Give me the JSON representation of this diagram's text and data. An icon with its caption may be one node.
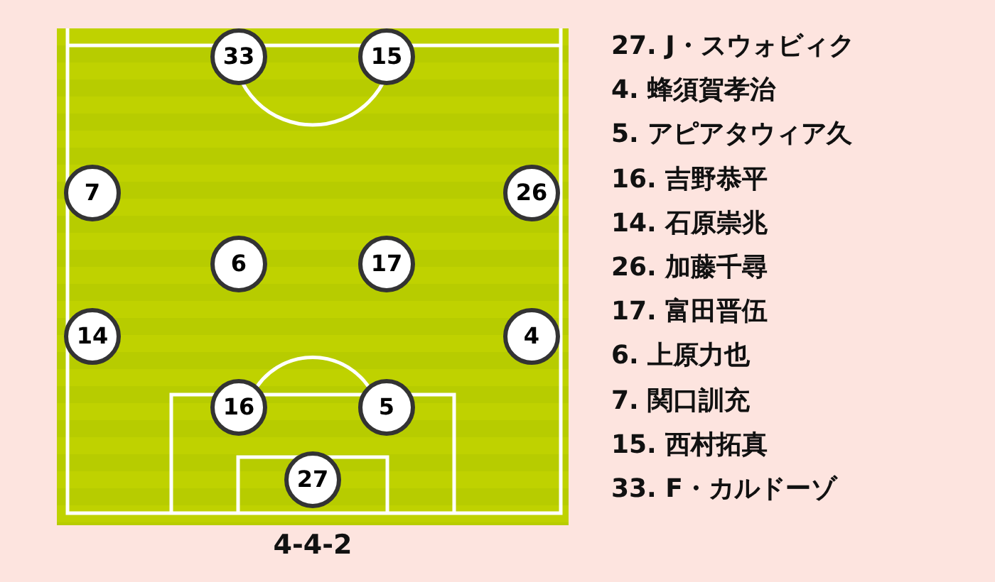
{
  "diagram": {
    "caption": "4-4-2",
    "nodes": [
      {
        "text": [
          "33"
        ]
      },
      {
        "text": [
          "15"
        ]
      },
      {
        "text": [
          "7"
        ]
      },
      {
        "text": [
          "26"
        ]
      },
      {
        "text": [
          "6"
        ]
      },
      {
        "text": [
          "17"
        ]
      },
      {
        "text": [
          "14"
        ]
      },
      {
        "text": [
          "4"
        ]
      },
      {
        "text": [
          "16"
        ]
      },
      {
        "text": [
          "5"
        ]
      },
      {
        "text": [
          "27"
        ]
      }
    ],
    "labels": [
      "27. J・スウォビィク",
      "4. 蜂須賀孝治",
      "5. アピアタウィア久",
      "16. 吉野恭平",
      "14. 石原崇兆",
      "26. 加藤千尋",
      "17. 富田晋伍",
      "6. 上原力也",
      "7. 関口訓充",
      "15. 西村拓真",
      "33. F・カルドーゾ"
    ]
  }
}
